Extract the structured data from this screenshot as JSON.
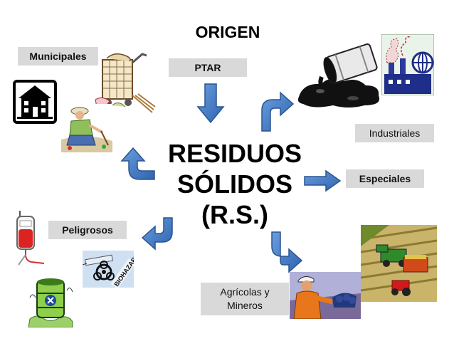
{
  "title": "ORIGEN",
  "center": {
    "line1": "RESIDUOS",
    "line2": "SÓLIDOS",
    "line3": "(R.S.)"
  },
  "labels": {
    "municipales": "Municipales",
    "ptar": "PTAR",
    "industriales": "Industriales",
    "especiales": "Especiales",
    "peligrosos": "Peligrosos",
    "agricolas_line1": "Agrícolas y",
    "agricolas_line2": "Mineros"
  },
  "biohazard_text": "BIOHAZARD",
  "colors": {
    "arrow": "#3e78c4",
    "arrow_outline": "#2a5590",
    "label_bg": "#d9d9d9"
  },
  "icons": [
    "house-icon",
    "trash-cart-icon",
    "person-gardening-icon",
    "oil-barrel-spill-icon",
    "factory-globe-icon",
    "blood-bag-icon",
    "biohazard-syringe-icon",
    "toxic-barrel-icon",
    "harvester-field-icon",
    "miner-worker-icon"
  ]
}
